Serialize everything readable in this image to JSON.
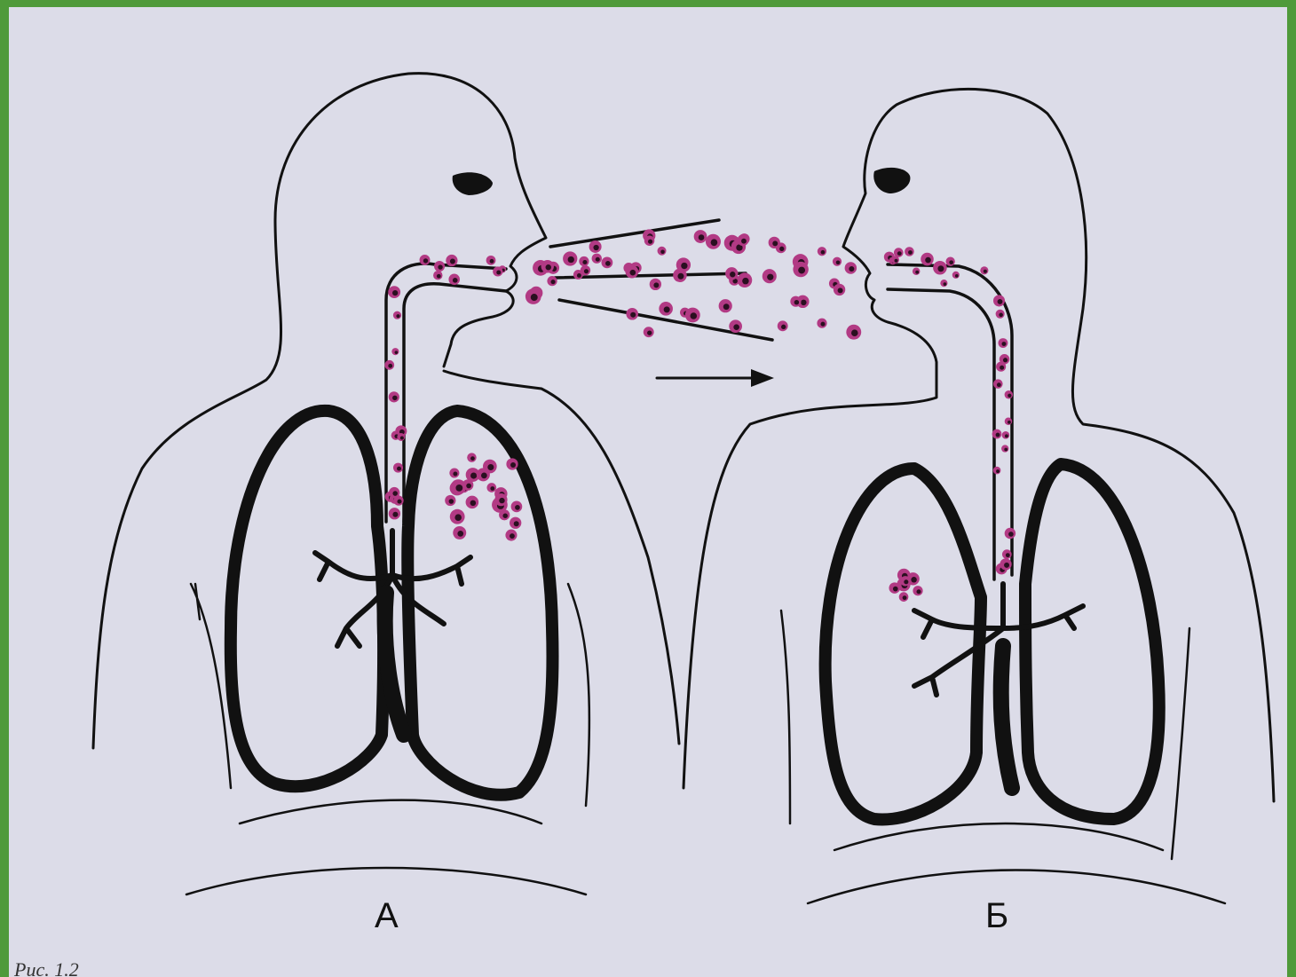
{
  "figure": {
    "panel_a_label": "А",
    "panel_b_label": "Б",
    "caption_fragment": "Рис. 1.2"
  },
  "colors": {
    "page_background": "#dcdce8",
    "frame": "#4f9a3a",
    "droplets": "#b23a84",
    "ink": "#111111"
  }
}
